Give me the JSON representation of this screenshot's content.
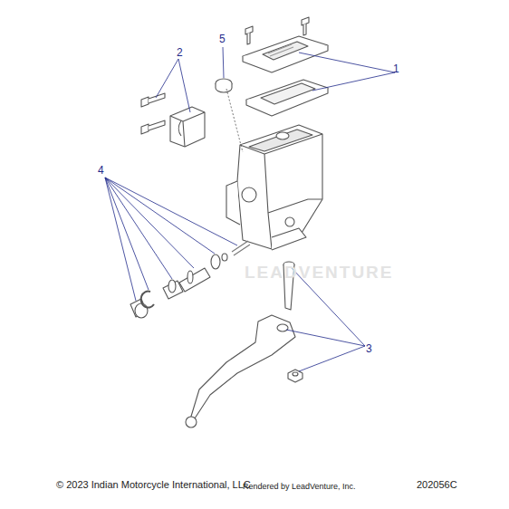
{
  "diagram": {
    "labels": [
      "1",
      "2",
      "3",
      "4",
      "5",
      "© 2023 Indian Motorcycle International, LLC",
      "Rendered by LeadVenture, Inc.",
      "202056C",
      "LEADVENTURE"
    ]
  }
}
